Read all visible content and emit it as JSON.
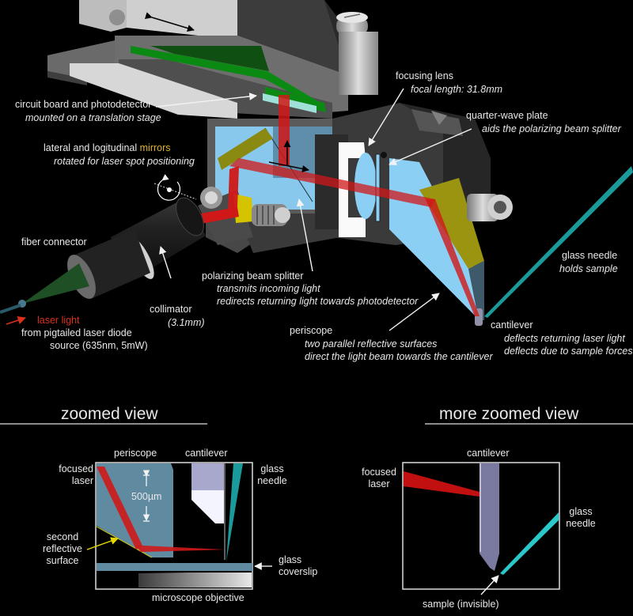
{
  "main_diagram": {
    "labels": {
      "circuit_board_title": "circuit board and photodetector",
      "circuit_board_desc": "mounted on a translation stage",
      "mirrors_prefix": "lateral and logitudinal ",
      "mirrors_highlight": "mirrors",
      "mirrors_desc": "rotated for laser spot positioning",
      "focusing_lens_title": "focusing lens",
      "focusing_lens_desc": "focal length: 31.8mm",
      "quarter_wave_title": "quarter-wave plate",
      "quarter_wave_desc": "aids the polarizing beam splitter",
      "fiber_connector": "fiber connector",
      "laser_light": "laser light",
      "laser_source_line1": "from pigtailed laser diode",
      "laser_source_line2": "source (635nm, 5mW)",
      "collimator_title": "collimator",
      "collimator_desc": "(3.1mm)",
      "pbs_title": "polarizing beam splitter",
      "pbs_desc1": "transmits incoming light",
      "pbs_desc2": "redirects returning light towards photodetector",
      "periscope_title": "periscope",
      "periscope_desc1": "two parallel reflective surfaces",
      "periscope_desc2": "direct the light beam towards the cantilever",
      "glass_needle_title": "glass needle",
      "glass_needle_desc": "holds sample",
      "cantilever_title": "cantilever",
      "cantilever_desc1": "deflects returning laser light",
      "cantilever_desc2": "deflects due to sample forces"
    }
  },
  "zoomed_view": {
    "title": "zoomed view",
    "labels": {
      "periscope": "periscope",
      "cantilever": "cantilever",
      "focused_laser_1": "focused",
      "focused_laser_2": "laser",
      "glass_needle_1": "glass",
      "glass_needle_2": "needle",
      "scale": "500µm",
      "second_reflective_1": "second",
      "second_reflective_2": "reflective",
      "second_reflective_3": "surface",
      "glass_coverslip_1": "glass",
      "glass_coverslip_2": "coverslip",
      "microscope_objective": "microscope objective"
    }
  },
  "more_zoomed_view": {
    "title": "more zoomed view",
    "labels": {
      "cantilever": "cantilever",
      "focused_laser_1": "focused",
      "focused_laser_2": "laser",
      "glass_needle_1": "glass",
      "glass_needle_2": "needle",
      "sample": "sample (invisible)"
    }
  },
  "colors": {
    "background": "#000000",
    "laser": "#d01818",
    "optics_glass": "#8ccff5",
    "circuit_board": "#0a8a12",
    "mirror": "#b5a800",
    "needle": "#1a9a9a",
    "housing": "#5a5a5a",
    "label_highlight_red": "#d8301c",
    "label_highlight_yellow": "#e0b52a"
  }
}
